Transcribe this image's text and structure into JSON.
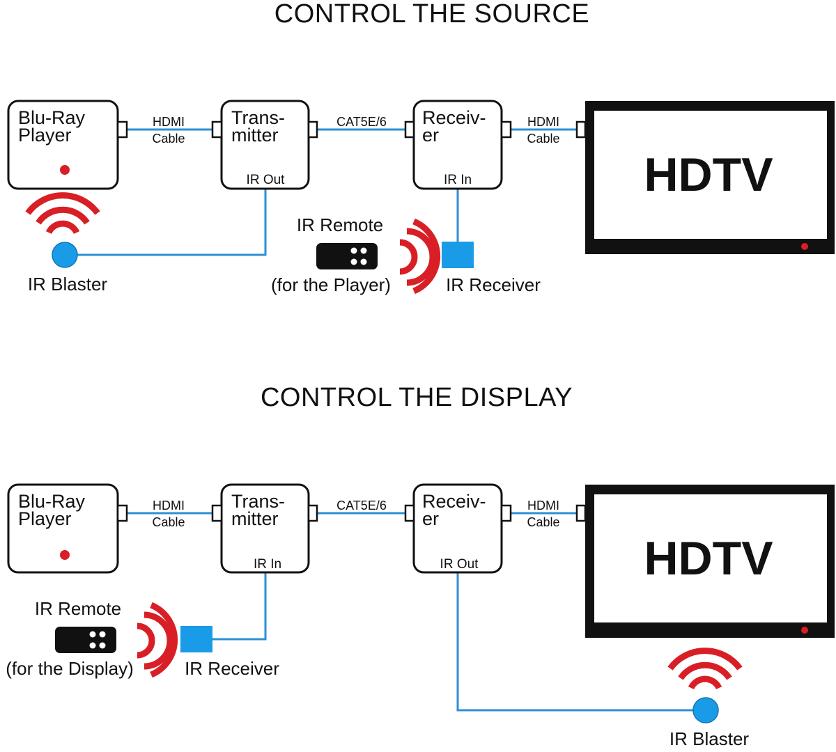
{
  "colors": {
    "cable": "#2c8fd6",
    "ir_device": "#1a9be8",
    "signal": "#d91f26",
    "outline": "#111111",
    "led": "#d91f26"
  },
  "diagrams": [
    {
      "title": "CONTROL THE SOURCE",
      "player": {
        "line1": "Blu-Ray",
        "line2": "Player"
      },
      "cable1": {
        "line1": "HDMI",
        "line2": "Cable"
      },
      "transmitter": {
        "line1": "Trans-",
        "line2": "mitter",
        "port": "IR Out"
      },
      "link": {
        "label": "CAT5E/6"
      },
      "receiver": {
        "line1": "Receiv-",
        "line2": "er",
        "port": "IR In"
      },
      "cable2": {
        "line1": "HDMI",
        "line2": "Cable"
      },
      "tv": {
        "label": "HDTV"
      },
      "blaster": {
        "label": "IR Blaster",
        "icon": "ir-blaster-icon"
      },
      "remote": {
        "line1": "IR Remote",
        "line2": "(for the Player)",
        "icon": "remote-control-icon"
      },
      "ir_receiver": {
        "label": "IR Receiver",
        "icon": "ir-receiver-icon"
      }
    },
    {
      "title": "CONTROL THE DISPLAY",
      "player": {
        "line1": "Blu-Ray",
        "line2": "Player"
      },
      "cable1": {
        "line1": "HDMI",
        "line2": "Cable"
      },
      "transmitter": {
        "line1": "Trans-",
        "line2": "mitter",
        "port": "IR In"
      },
      "link": {
        "label": "CAT5E/6"
      },
      "receiver": {
        "line1": "Receiv-",
        "line2": "er",
        "port": "IR Out"
      },
      "cable2": {
        "line1": "HDMI",
        "line2": "Cable"
      },
      "tv": {
        "label": "HDTV"
      },
      "remote": {
        "line1": "IR Remote",
        "line2": "(for the Display)",
        "icon": "remote-control-icon"
      },
      "ir_receiver": {
        "label": "IR Receiver",
        "icon": "ir-receiver-icon"
      },
      "blaster": {
        "label": "IR Blaster",
        "icon": "ir-blaster-icon"
      }
    }
  ]
}
